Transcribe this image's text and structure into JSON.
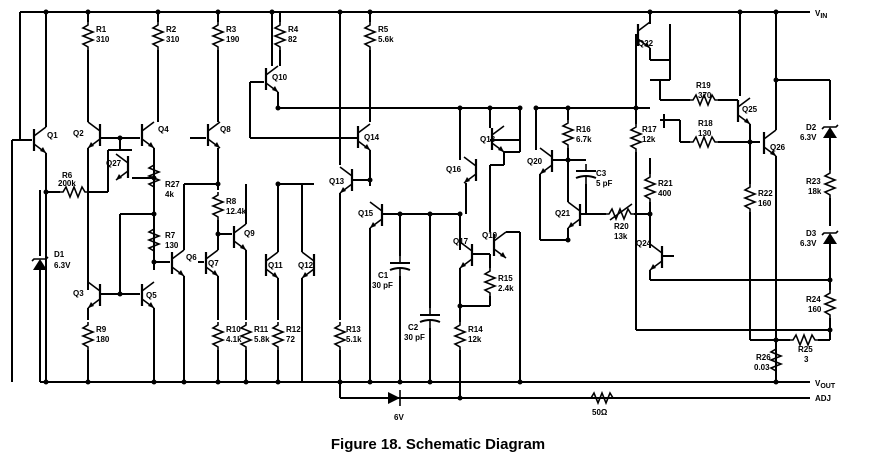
{
  "caption": "Figure 18.  Schematic Diagram",
  "rails": {
    "vin": "V",
    "vin_sub": "IN",
    "vout": "V",
    "vout_sub": "OUT",
    "adj": "ADJ"
  },
  "labels": {
    "q1": "Q1",
    "q2": "Q2",
    "q3": "Q3",
    "q4": "Q4",
    "q5": "Q5",
    "q6": "Q6",
    "q7": "Q7",
    "q8": "Q8",
    "q9": "Q9",
    "q10": "Q10",
    "q11": "Q11",
    "q12": "Q12",
    "q13": "Q13",
    "q14": "Q14",
    "q15": "Q15",
    "q16": "Q16",
    "q17": "Q17",
    "q18": "Q18",
    "q19": "Q19",
    "q20": "Q20",
    "q21": "Q21",
    "q22": "Q22",
    "q24": "Q24",
    "q25": "Q25",
    "q26": "Q26",
    "q27": "Q27",
    "r1": "R1",
    "r1v": "310",
    "r2": "R2",
    "r2v": "310",
    "r3": "R3",
    "r3v": "190",
    "r4": "R4",
    "r4v": "82",
    "r5": "R5",
    "r5v": "5.6k",
    "r6": "R6",
    "r6v": "200k",
    "r7": "R7",
    "r7v": "130",
    "r8": "R8",
    "r8v": "12.4k",
    "r9": "R9",
    "r9v": "180",
    "r10": "R10",
    "r10v": "4.1k",
    "r11": "R11",
    "r11v": "5.8k",
    "r12": "R12",
    "r12v": "72",
    "r13": "R13",
    "r13v": "5.1k",
    "r14": "R14",
    "r14v": "12k",
    "r15": "R15",
    "r15v": "2.4k",
    "r16": "R16",
    "r16v": "6.7k",
    "r17": "R17",
    "r17v": "12k",
    "r18": "R18",
    "r18v": "130",
    "r19": "R19",
    "r19v": "370",
    "r20": "R20",
    "r20v": "13k",
    "r21": "R21",
    "r21v": "400",
    "r22": "R22",
    "r22v": "160",
    "r23": "R23",
    "r23v": "18k",
    "r24": "R24",
    "r24v": "160",
    "r25": "R25",
    "r25v": "3",
    "r26": "R26",
    "r26v": "0.03",
    "r27": "R27",
    "r27v": "4k",
    "c1": "C1",
    "c1v": "30 pF",
    "c2": "C2",
    "c2v": "30 pF",
    "c3": "C3",
    "c3v": "5 pF",
    "d1": "D1",
    "d1v": "6.3V",
    "d2": "D2",
    "d2v": "6.3V",
    "d3": "D3",
    "d3v": "6.3V",
    "z6v": "6V",
    "r50": "50Ω"
  }
}
